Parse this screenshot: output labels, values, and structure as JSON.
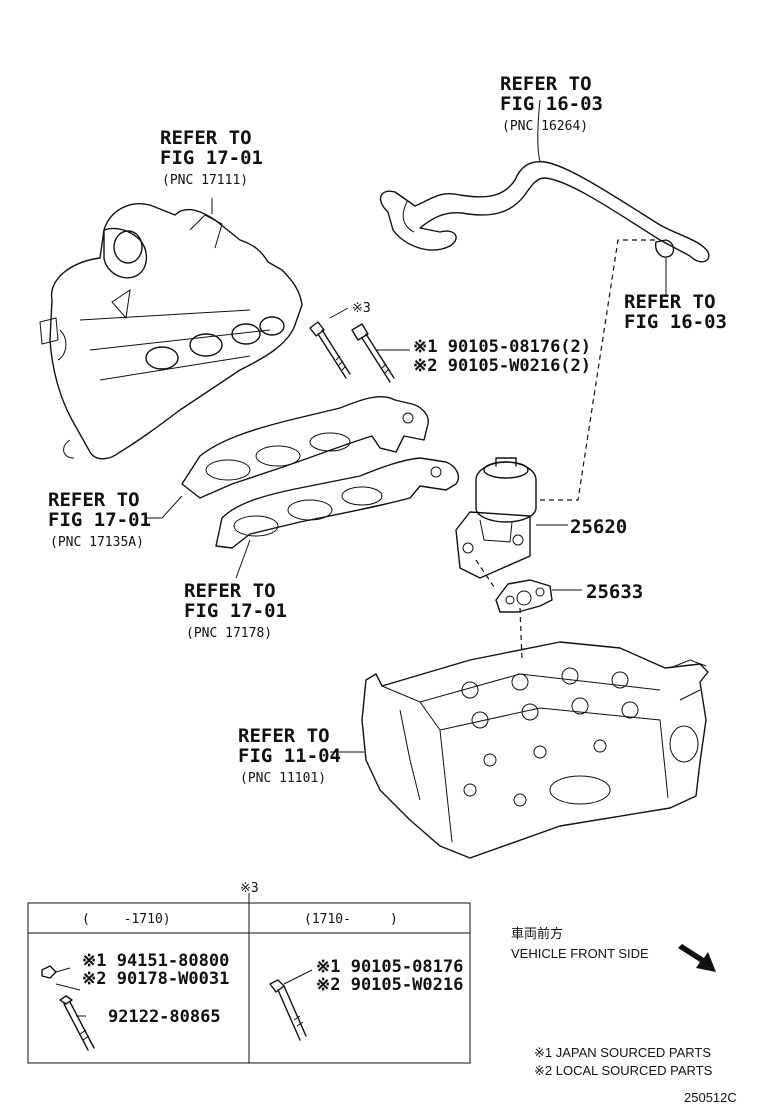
{
  "labels": {
    "fig1603_top": {
      "l1": "REFER TO",
      "l2": "FIG 16-03",
      "l3": "(PNC 16264)"
    },
    "fig1701_top": {
      "l1": "REFER TO",
      "l2": "FIG 17-01",
      "l3": "(PNC 17111)"
    },
    "fig1603_right": {
      "l1": "REFER TO",
      "l2": "FIG 16-03"
    },
    "bolts_note": "※3",
    "bolt1": "※1 90105-08176(2)",
    "bolt2": "※2 90105-W0216(2)",
    "fig1701_left": {
      "l1": "REFER TO",
      "l2": "FIG 17-01",
      "l3": "(PNC 17135A)"
    },
    "part_25620": "25620",
    "part_25633": "25633",
    "fig1701_bottom": {
      "l1": "REFER TO",
      "l2": "FIG 17-01",
      "l3": "(PNC 17178)"
    },
    "fig1104": {
      "l1": "REFER TO",
      "l2": "FIG 11-04",
      "l3": "(PNC 11101)"
    }
  },
  "table": {
    "marker": "※3",
    "col_left_header": "(　　 -1710)",
    "col_right_header": "(1710-　　　)",
    "left": {
      "p1": "※1 94151-80800",
      "p2": "※2 90178-W0031",
      "p3": "92122-80865"
    },
    "right": {
      "p1": "※1 90105-08176",
      "p2": "※2 90105-W0216"
    }
  },
  "front": {
    "jp": "車両前方",
    "en": "VEHICLE FRONT SIDE"
  },
  "legend": {
    "l1": "※1 JAPAN SOURCED PARTS",
    "l2": "※2 LOCAL SOURCED PARTS"
  },
  "code": "250512C"
}
